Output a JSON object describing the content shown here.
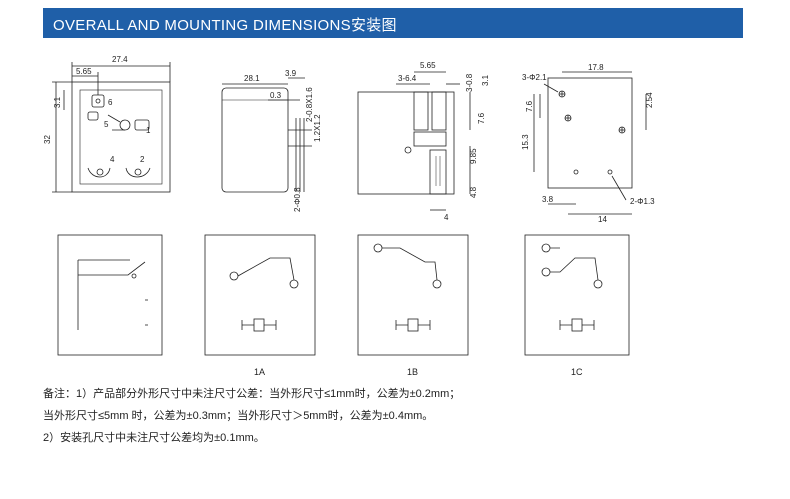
{
  "header": {
    "title": "OVERALL AND MOUNTING DIMENSIONS安装图",
    "color": "#1f5fa8"
  },
  "dimensions": {
    "side_view": {
      "width": "27.4",
      "pin_offset": "5.65",
      "top_offset": "3.1",
      "height": "32",
      "pin_labels": [
        "6",
        "5",
        "1",
        "4",
        "2"
      ]
    },
    "front_view": {
      "length": "28.1",
      "pin_length": "3.9",
      "pin_step": "0.3",
      "pin_a": "2-0.8X1.6",
      "pin_b": "1.2X1.2",
      "pin_c": "2-Φ0.8"
    },
    "bottom_view": {
      "top_width": "5.65",
      "slot": "3-6.4",
      "gap_a": "3-0.8",
      "gap_b": "3.1",
      "v_a": "7.6",
      "v_b": "9.85",
      "v_c": "4.8",
      "bottom": "4"
    },
    "pcb_layout": {
      "holes_top": "3-Φ2.1",
      "width": "17.8",
      "right_dim": "2.54",
      "left_dim_a": "7.6",
      "left_dim_b": "15.3",
      "bottom_left": "3.8",
      "bottom_width": "14",
      "holes_bottom": "2-Φ1.3"
    }
  },
  "schematics": {
    "labels": [
      "1A",
      "1B",
      "1C"
    ]
  },
  "notes": {
    "line1": "备注：1）产品部分外形尺寸中未注尺寸公差：当外形尺寸≤1mm时，公差为±0.2mm；",
    "line2": "当外形尺寸≤5mm   时，公差为±0.3mm；当外形尺寸＞5mm时，公差为±0.4mm。",
    "line3": "2）安装孔尺寸中未注尺寸公差均为±0.1mm。"
  }
}
